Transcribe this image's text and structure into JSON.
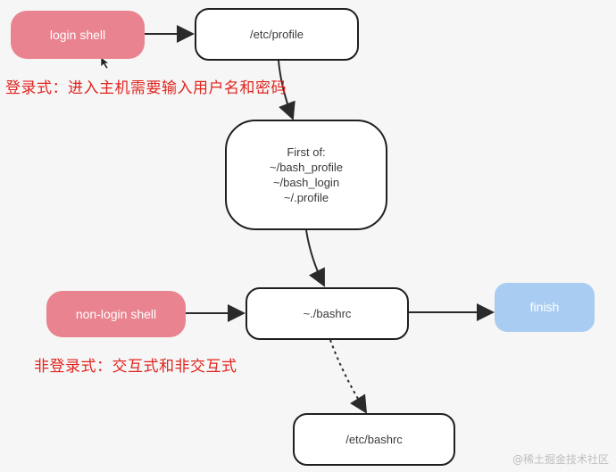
{
  "nodes": {
    "login_shell": "login shell",
    "etc_profile": "/etc/profile",
    "first_of": {
      "heading": "First of:",
      "items": [
        "~/bash_profile",
        "~/bash_login",
        "~/.profile"
      ]
    },
    "non_login_shell": "non-login shell",
    "bashrc": "~./bashrc",
    "finish": "finish",
    "etc_bashrc": "/etc/bashrc"
  },
  "notes": {
    "login": "登录式：进入主机需要输入用户名和密码",
    "non_login": "非登录式：交互式和非交互式"
  },
  "watermark": "@稀土掘金技术社区",
  "colors": {
    "login_fill": "#e9838f",
    "finish_fill": "#a9cdf2",
    "note_text": "#e1241f",
    "stroke": "#1f1f1f"
  }
}
